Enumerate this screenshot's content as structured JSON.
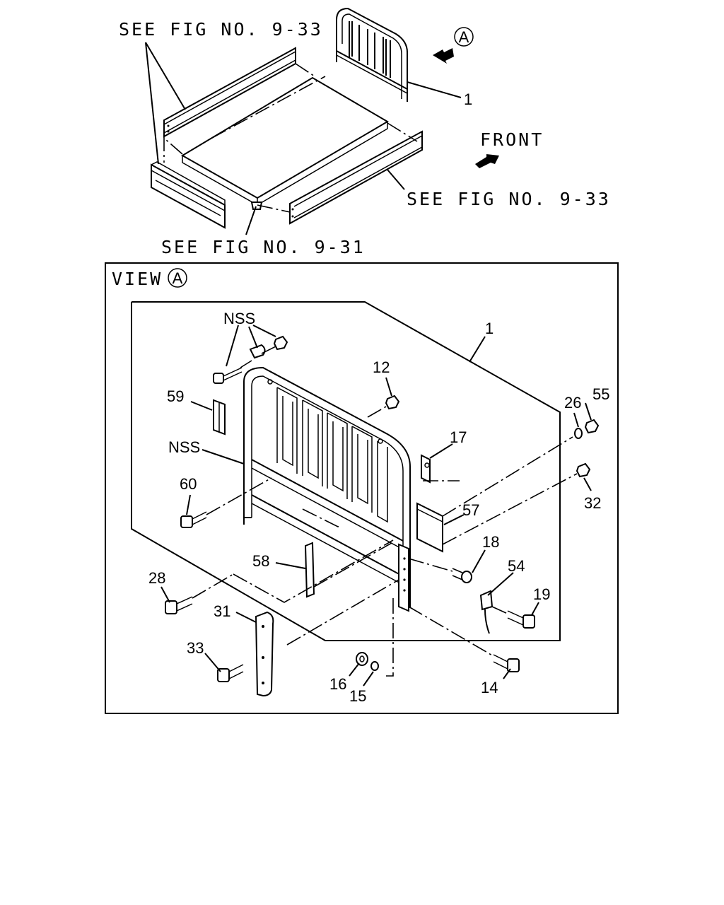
{
  "overview": {
    "refs": {
      "side_gate_left": "SEE FIG NO. 9-33",
      "side_gate_right": "SEE FIG NO. 9-33",
      "floor": "SEE FIG NO. 9-31"
    },
    "view_marker": "A",
    "front_label": "FRONT",
    "callout_1": "1"
  },
  "view": {
    "title": "VIEW",
    "marker": "A",
    "callouts": {
      "p1": "1",
      "p12": "12",
      "p14": "14",
      "p15": "15",
      "p16": "16",
      "p17": "17",
      "p18": "18",
      "p19": "19",
      "p26": "26",
      "p28": "28",
      "p31": "31",
      "p32": "32",
      "p33": "33",
      "p54": "54",
      "p55": "55",
      "p57": "57",
      "p58": "58",
      "p59": "59",
      "p60": "60",
      "nss_top": "NSS",
      "nss_left": "NSS"
    }
  }
}
